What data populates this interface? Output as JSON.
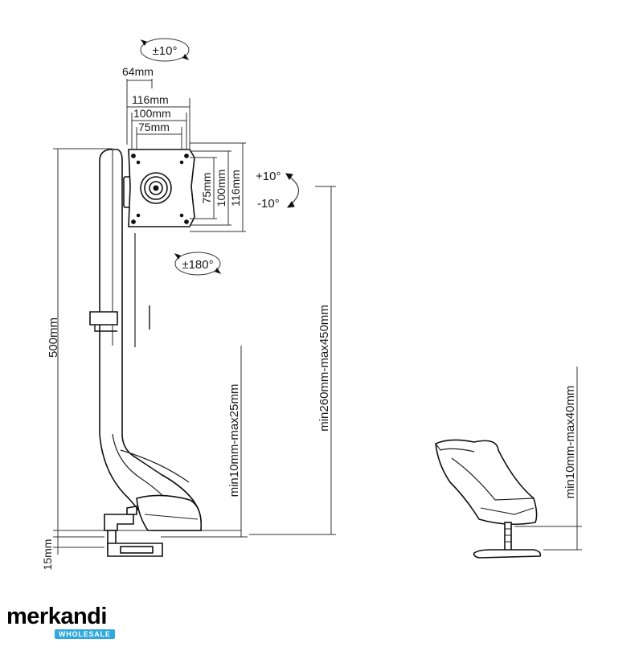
{
  "tilt_top": "±10°",
  "width_64": "64mm",
  "width_116": "116mm",
  "width_100": "100mm",
  "width_75": "75mm",
  "vesa_75": "75mm",
  "vesa_100": "100mm",
  "vesa_116": "116mm",
  "tilt_plus": "+10°",
  "tilt_minus": "-10°",
  "rotate": "±180°",
  "height_500": "500mm",
  "base_15": "15mm",
  "desk_range_left": "min10mm-max25mm",
  "height_range": "min260mm-max450mm",
  "desk_range_right": "min10mm-max40mm",
  "logo": {
    "brand": "merkandi",
    "sub": "WHOLESALE",
    "accent": "#2fa8dd"
  }
}
